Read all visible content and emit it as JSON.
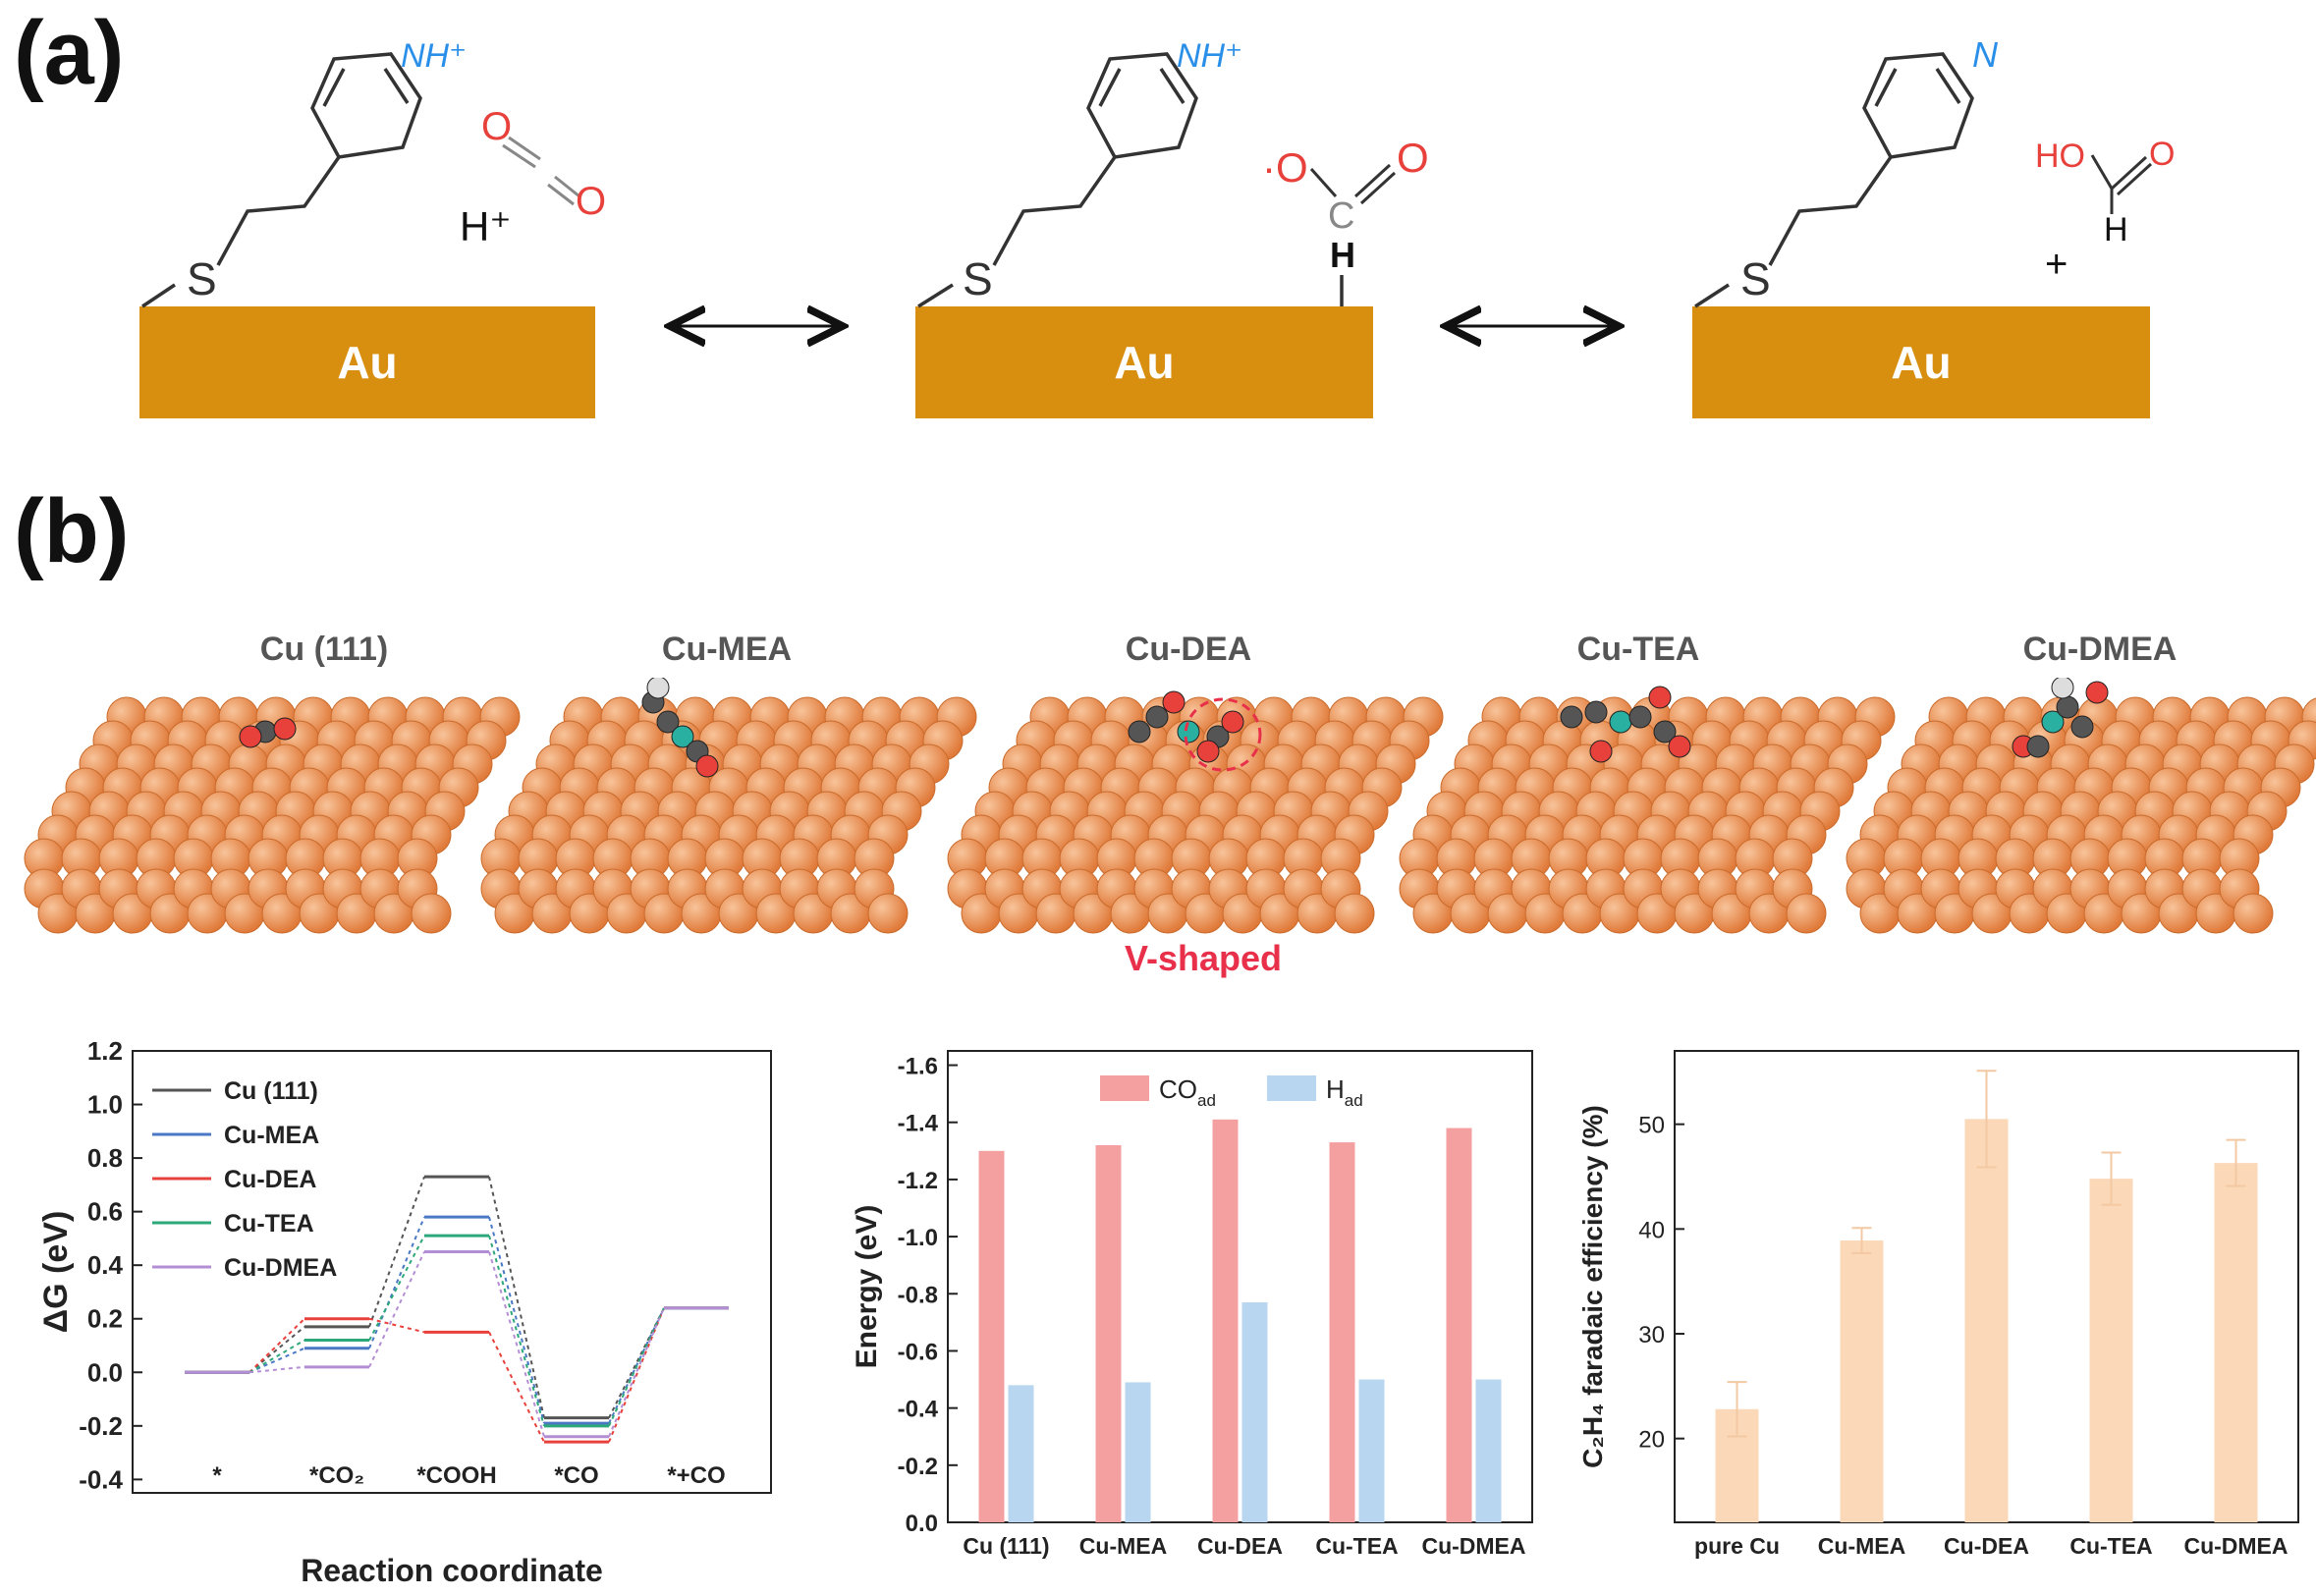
{
  "panel_a": {
    "label": "(a)",
    "slab_label": "Au",
    "chem_texts": {
      "nh": "NH⁺",
      "n": "N",
      "h_plus": "H⁺",
      "o": "O",
      "c": "C",
      "s": "S",
      "h": "H",
      "ho": "HO",
      "plus": "+",
      "radical_o": "·O"
    }
  },
  "panel_b": {
    "label": "(b)",
    "structures": [
      "Cu (111)",
      "Cu-MEA",
      "Cu-DEA",
      "Cu-TEA",
      "Cu-DMEA"
    ],
    "v_shaped_label": "V-shaped"
  },
  "colors": {
    "au": "#d88f10",
    "cu_atom": "#e07a3a",
    "co_bar": "#f4a0a0",
    "h_bar": "#b8d6ef",
    "fe_bar": "#fbd8b8",
    "fe_err": "#f3c9a3",
    "cu111": "#555555",
    "mea": "#4a78c4",
    "dea": "#e8403a",
    "tea": "#2ca87a",
    "dmea": "#b48ed4",
    "accent_red": "#e8304a",
    "nitrogen_blue": "#2a8fe8"
  },
  "chart_data": [
    {
      "type": "line",
      "title": "",
      "xlabel": "Reaction coordinate",
      "ylabel": "ΔG (eV)",
      "ylim": [
        -0.45,
        1.2
      ],
      "yticks": [
        "1.2",
        "1.0",
        "0.8",
        "0.6",
        "0.4",
        "0.2",
        "0.0",
        "-0.2",
        "-0.4"
      ],
      "ytick_values": [
        1.2,
        1.0,
        0.8,
        0.6,
        0.4,
        0.2,
        0.0,
        -0.2,
        -0.4
      ],
      "categories": [
        "*",
        "*CO₂",
        "*COOH",
        "*CO",
        "*+CO"
      ],
      "legend_placement": "top-left",
      "series": [
        {
          "name": "Cu (111)",
          "color_key": "cu111",
          "values": [
            0.0,
            0.17,
            0.73,
            -0.17,
            0.24
          ]
        },
        {
          "name": "Cu-MEA",
          "color_key": "mea",
          "values": [
            0.0,
            0.09,
            0.58,
            -0.19,
            0.24
          ]
        },
        {
          "name": "Cu-DEA",
          "color_key": "dea",
          "values": [
            0.0,
            0.2,
            0.15,
            -0.26,
            0.24
          ]
        },
        {
          "name": "Cu-TEA",
          "color_key": "tea",
          "values": [
            0.0,
            0.12,
            0.51,
            -0.2,
            0.24
          ]
        },
        {
          "name": "Cu-DMEA",
          "color_key": "dmea",
          "values": [
            0.0,
            0.02,
            0.45,
            -0.24,
            0.24
          ]
        }
      ]
    },
    {
      "type": "bar",
      "title": "",
      "xlabel": "",
      "ylabel": "Energy (eV)",
      "ylim": [
        0.0,
        -1.65
      ],
      "yticks": [
        "-1.6",
        "-1.4",
        "-1.2",
        "-1.0",
        "-0.8",
        "-0.6",
        "-0.4",
        "-0.2",
        "0.0"
      ],
      "ytick_values": [
        -1.6,
        -1.4,
        -1.2,
        -1.0,
        -0.8,
        -0.6,
        -0.4,
        -0.2,
        0.0
      ],
      "categories": [
        "Cu (111)",
        "Cu-MEA",
        "Cu-DEA",
        "Cu-TEA",
        "Cu-DMEA"
      ],
      "legend_placement": "top",
      "series": [
        {
          "name": "CO",
          "sub": "ad",
          "color_key": "co_bar",
          "values": [
            -1.3,
            -1.32,
            -1.41,
            -1.33,
            -1.38
          ]
        },
        {
          "name": "H",
          "sub": "ad",
          "color_key": "h_bar",
          "values": [
            -0.48,
            -0.49,
            -0.77,
            -0.5,
            -0.5
          ]
        }
      ]
    },
    {
      "type": "bar",
      "title": "",
      "xlabel": "",
      "ylabel": "C₂H₄ faradaic efficiency (%)",
      "ylim": [
        12,
        57
      ],
      "yticks": [
        "20",
        "30",
        "40",
        "50"
      ],
      "ytick_values": [
        20,
        30,
        40,
        50
      ],
      "categories": [
        "pure Cu",
        "Cu-MEA",
        "Cu-DEA",
        "Cu-TEA",
        "Cu-DMEA"
      ],
      "series": [
        {
          "name": "",
          "color_key": "fe_bar",
          "values": [
            22.8,
            38.9,
            50.5,
            44.8,
            46.3
          ],
          "errors": [
            2.6,
            1.2,
            4.6,
            2.5,
            2.2
          ]
        }
      ]
    }
  ]
}
